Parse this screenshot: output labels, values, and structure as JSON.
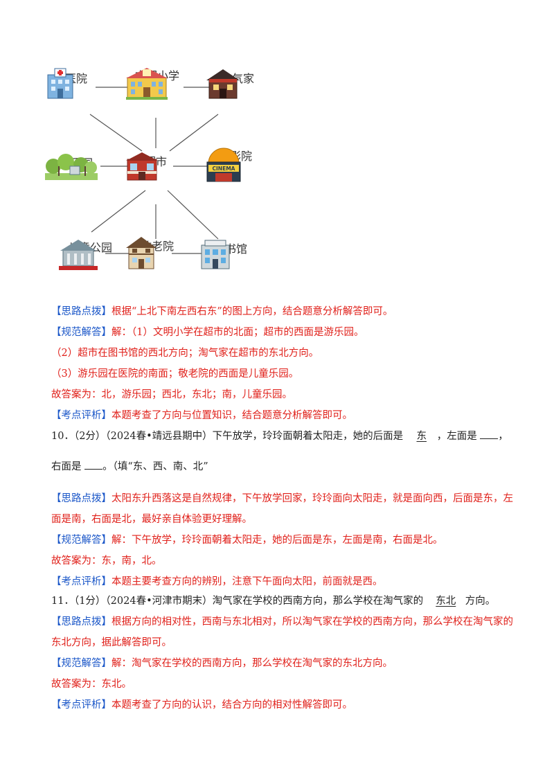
{
  "map": {
    "places": {
      "hospital": "医院",
      "school": "文明小学",
      "naughty_home": "淘气家",
      "park": "游乐园",
      "supermarket": "超市",
      "cinema": "电影院",
      "children_park": "儿童公园",
      "elderly_home": "敬老院",
      "library": "图书馆"
    },
    "cinema_sign": "CINEMA"
  },
  "q9": {
    "hint_tag": "【思路点拨】",
    "hint": "根据“上北下南左西右东”的图上方向，结合题意分析解答即可。",
    "solve_tag": "【规范解答】",
    "solve": "解：（1）文明小学在超市的北面；超市的西面是游乐园。",
    "solve2": "（2）超市在图书馆的西北方向；淘气家在超市的东北方向。",
    "solve3": "（3）游乐园在医院的南面；敬老院的西面是儿童乐园。",
    "answer": "故答案为：北，游乐园；西北，东北；南，儿童乐园。",
    "review_tag": "【考点评析】",
    "review": "本题考查了方向与位置知识，结合题意分析解答即可。"
  },
  "q10": {
    "stem_a": "10．（2分）（2024春•靖远县期中）下午放学，玲玲面朝着太阳走，她的后面是",
    "blank1": "东",
    "stem_b": "，左面是",
    "blank2": "",
    "stem_c": "，",
    "stem_d": "右面是",
    "blank3": "",
    "stem_e": "。（填“东、西、南、北”",
    "hint_tag": "【思路点拨】",
    "hint": "太阳东升西落这是自然规律，下午放学回家，玲玲面向太阳走，就是面向西，后面是东，左",
    "hint2": "面是南，右面是北，最好亲自体验更好理解。",
    "solve_tag": "【规范解答】",
    "solve": "解：下午放学，玲玲面朝着太阳走，她的后面是东，左面是南，右面是北。",
    "answer": "故答案为：东，南，北。",
    "review_tag": "【考点评析】",
    "review": "本题主要考查方向的辨别，注意下午面向太阳，前面就是西。"
  },
  "q11": {
    "stem_a": "11．（1分）（2024春•河津市期末）淘气家在学校的西南方向，那么学校在淘气家的",
    "blank1": "东北",
    "stem_b": "方向。",
    "hint_tag": "【思路点拨】",
    "hint": "根据方向的相对性，西南与东北相对，所以淘气家在学校的西南方向，那么学校在淘气家的",
    "hint2": "东北方向，据此解答即可。",
    "solve_tag": "【规范解答】",
    "solve": "解：淘气家在学校的西南方向，那么学校在淘气家的东北方向。",
    "answer": "故答案为：东北。",
    "review_tag": "【考点评析】",
    "review": "本题考查了方向的认识，结合方向的相对性解答即可。"
  }
}
